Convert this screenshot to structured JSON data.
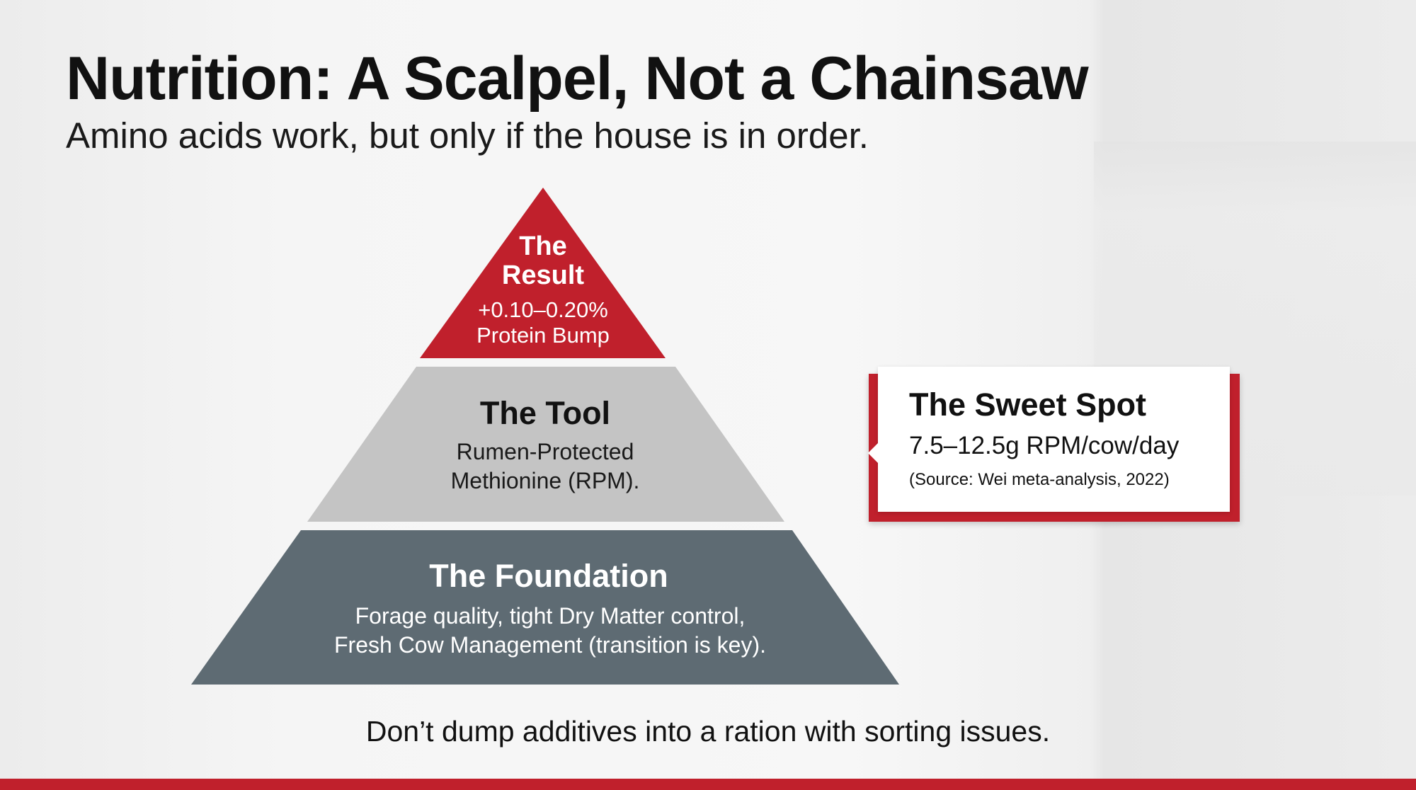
{
  "title": "Nutrition: A Scalpel, Not a Chainsaw",
  "subtitle": "Amino acids work, but only if the house is in order.",
  "pyramid": {
    "top": {
      "title_line1": "The",
      "title_line2": "Result",
      "line1": "+0.10–0.20%",
      "line2": "Protein Bump",
      "color": "#c0202c"
    },
    "middle": {
      "title": "The Tool",
      "line1": "Rumen-Protected",
      "line2": "Methionine (RPM).",
      "color": "#c4c4c4"
    },
    "bottom": {
      "title": "The Foundation",
      "line1": "Forage quality, tight Dry Matter control,",
      "line2": "Fresh Cow Management (transition is key).",
      "color": "#5e6b73"
    }
  },
  "callout": {
    "title": "The Sweet Spot",
    "value": "7.5–12.5g RPM/cow/day",
    "source": "(Source: Wei meta-analysis, 2022)"
  },
  "footer": "Don’t dump additives into a ration with sorting issues.",
  "accent_color": "#c0202c"
}
